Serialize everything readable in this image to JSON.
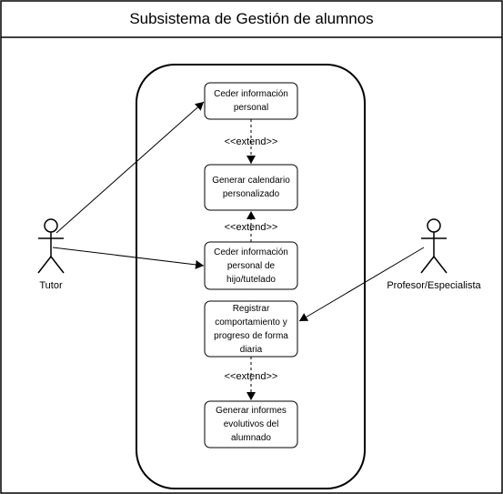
{
  "diagram": {
    "title": "Subsistema de Gestión de alumnos",
    "actors": [
      {
        "id": "tutor",
        "label": "Tutor"
      },
      {
        "id": "profesor",
        "label": "Profesor/Especialista"
      }
    ],
    "use_cases": [
      {
        "id": "uc1",
        "label": "Ceder información personal"
      },
      {
        "id": "uc2",
        "label": "Generar calendario personalizado"
      },
      {
        "id": "uc3",
        "label": "Ceder información personal de hijo/tutelado"
      },
      {
        "id": "uc4",
        "label": "Registrar comportamiento y progreso de forma diaria"
      },
      {
        "id": "uc5",
        "label": "Generar informes evolutivos del alumnado"
      }
    ],
    "relations": [
      {
        "label": "<<extend>>"
      },
      {
        "label": "<<extend>>"
      },
      {
        "label": "<<extend>>"
      }
    ]
  }
}
